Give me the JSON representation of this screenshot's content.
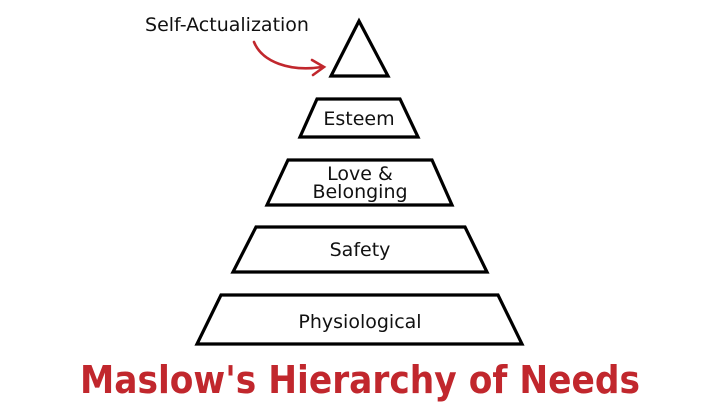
{
  "pyramid": {
    "top_label": "Self-Actualization",
    "tiers": [
      {
        "id": "esteem",
        "lines": [
          "Esteem"
        ]
      },
      {
        "id": "love-belonging",
        "lines": [
          "Love &",
          "Belonging"
        ]
      },
      {
        "id": "safety",
        "lines": [
          "Safety"
        ]
      },
      {
        "id": "physiological",
        "lines": [
          "Physiological"
        ]
      }
    ]
  },
  "title": "Maslow's Hierarchy of Needs",
  "colors": {
    "title": "#c1272d",
    "arrow": "#c1272d",
    "outline": "#000000"
  }
}
